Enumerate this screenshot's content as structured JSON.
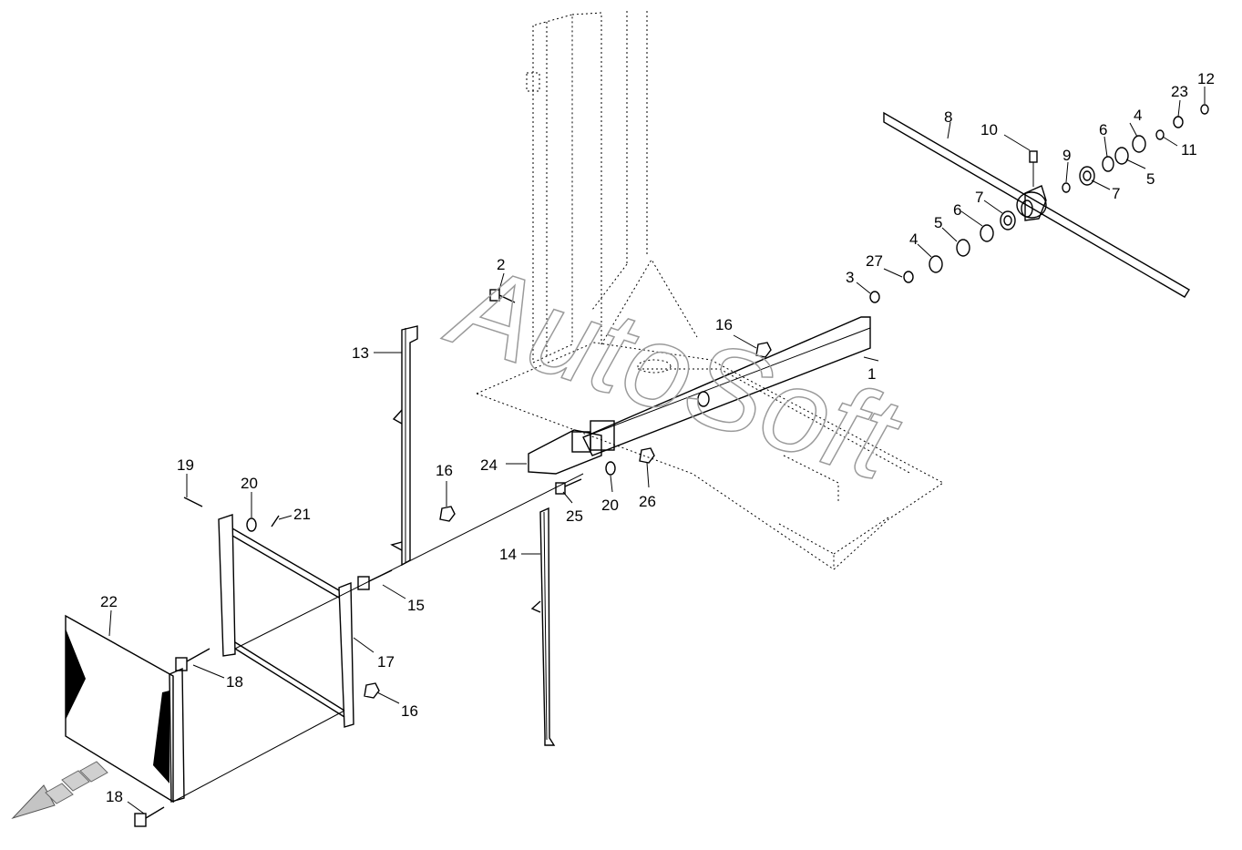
{
  "watermark": "AutoSoft",
  "callouts": [
    {
      "id": "c1",
      "text": "1"
    },
    {
      "id": "c2",
      "text": "2"
    },
    {
      "id": "c3",
      "text": "3"
    },
    {
      "id": "c4a",
      "text": "4"
    },
    {
      "id": "c4b",
      "text": "4"
    },
    {
      "id": "c5a",
      "text": "5"
    },
    {
      "id": "c5b",
      "text": "5"
    },
    {
      "id": "c6a",
      "text": "6"
    },
    {
      "id": "c6b",
      "text": "6"
    },
    {
      "id": "c7a",
      "text": "7"
    },
    {
      "id": "c7b",
      "text": "7"
    },
    {
      "id": "c8",
      "text": "8"
    },
    {
      "id": "c9",
      "text": "9"
    },
    {
      "id": "c10",
      "text": "10"
    },
    {
      "id": "c11",
      "text": "11"
    },
    {
      "id": "c12",
      "text": "12"
    },
    {
      "id": "c13",
      "text": "13"
    },
    {
      "id": "c14",
      "text": "14"
    },
    {
      "id": "c15",
      "text": "15"
    },
    {
      "id": "c16a",
      "text": "16"
    },
    {
      "id": "c16b",
      "text": "16"
    },
    {
      "id": "c16c",
      "text": "16"
    },
    {
      "id": "c17",
      "text": "17"
    },
    {
      "id": "c18a",
      "text": "18"
    },
    {
      "id": "c18b",
      "text": "18"
    },
    {
      "id": "c19",
      "text": "19"
    },
    {
      "id": "c20a",
      "text": "20"
    },
    {
      "id": "c20b",
      "text": "20"
    },
    {
      "id": "c21",
      "text": "21"
    },
    {
      "id": "c22",
      "text": "22"
    },
    {
      "id": "c23",
      "text": "23"
    },
    {
      "id": "c24",
      "text": "24"
    },
    {
      "id": "c25",
      "text": "25"
    },
    {
      "id": "c26",
      "text": "26"
    },
    {
      "id": "c27",
      "text": "27"
    }
  ]
}
